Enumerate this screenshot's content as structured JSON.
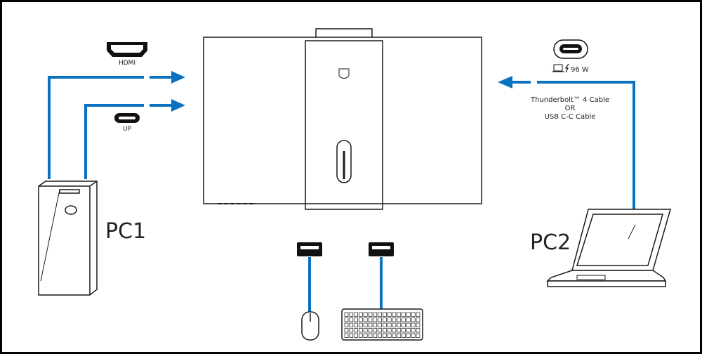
{
  "labels": {
    "hdmi": "HDMI",
    "up": "UP",
    "pc1": "PC1",
    "pc2": "PC2",
    "power": "96 W",
    "cable_line1": "Thunderbolt™ 4 Cable",
    "cable_line2": "OR",
    "cable_line3": "USB C-C Cable"
  },
  "colors": {
    "cable": "#0a72c0",
    "outline": "#1a1a1a"
  }
}
